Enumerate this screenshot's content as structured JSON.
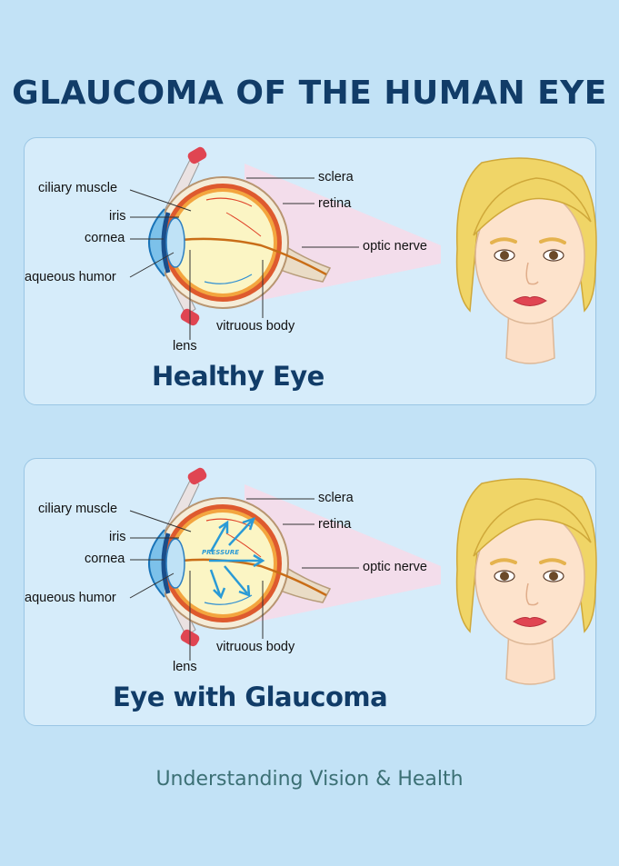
{
  "title": "GLAUCOMA OF THE HUMAN EYE",
  "footer": "Understanding Vision & Health",
  "healthy": {
    "heading": "Healthy Eye",
    "labels": {
      "ciliary_muscle": "ciliary muscle",
      "iris": "iris",
      "cornea": "cornea",
      "aqueous_humor": "aqueous humor",
      "lens": "lens",
      "vitruous_body": "vitruous body",
      "sclera": "sclera",
      "retina": "retina",
      "optic_nerve": "optic nerve"
    }
  },
  "glaucoma": {
    "heading": "Eye with Glaucoma",
    "pressure_label": "PRESSURE",
    "labels": {
      "ciliary_muscle": "ciliary muscle",
      "iris": "iris",
      "cornea": "cornea",
      "aqueous_humor": "aqueous humor",
      "lens": "lens",
      "vitruous_body": "vitruous body",
      "sclera": "sclera",
      "retina": "retina",
      "optic_nerve": "optic nerve"
    }
  },
  "colors": {
    "background": "#c2e2f6",
    "panel": "#d6ecfa",
    "title": "#113c68",
    "footer": "#3c7075",
    "pressure_arrows": "#2a9ad6"
  }
}
